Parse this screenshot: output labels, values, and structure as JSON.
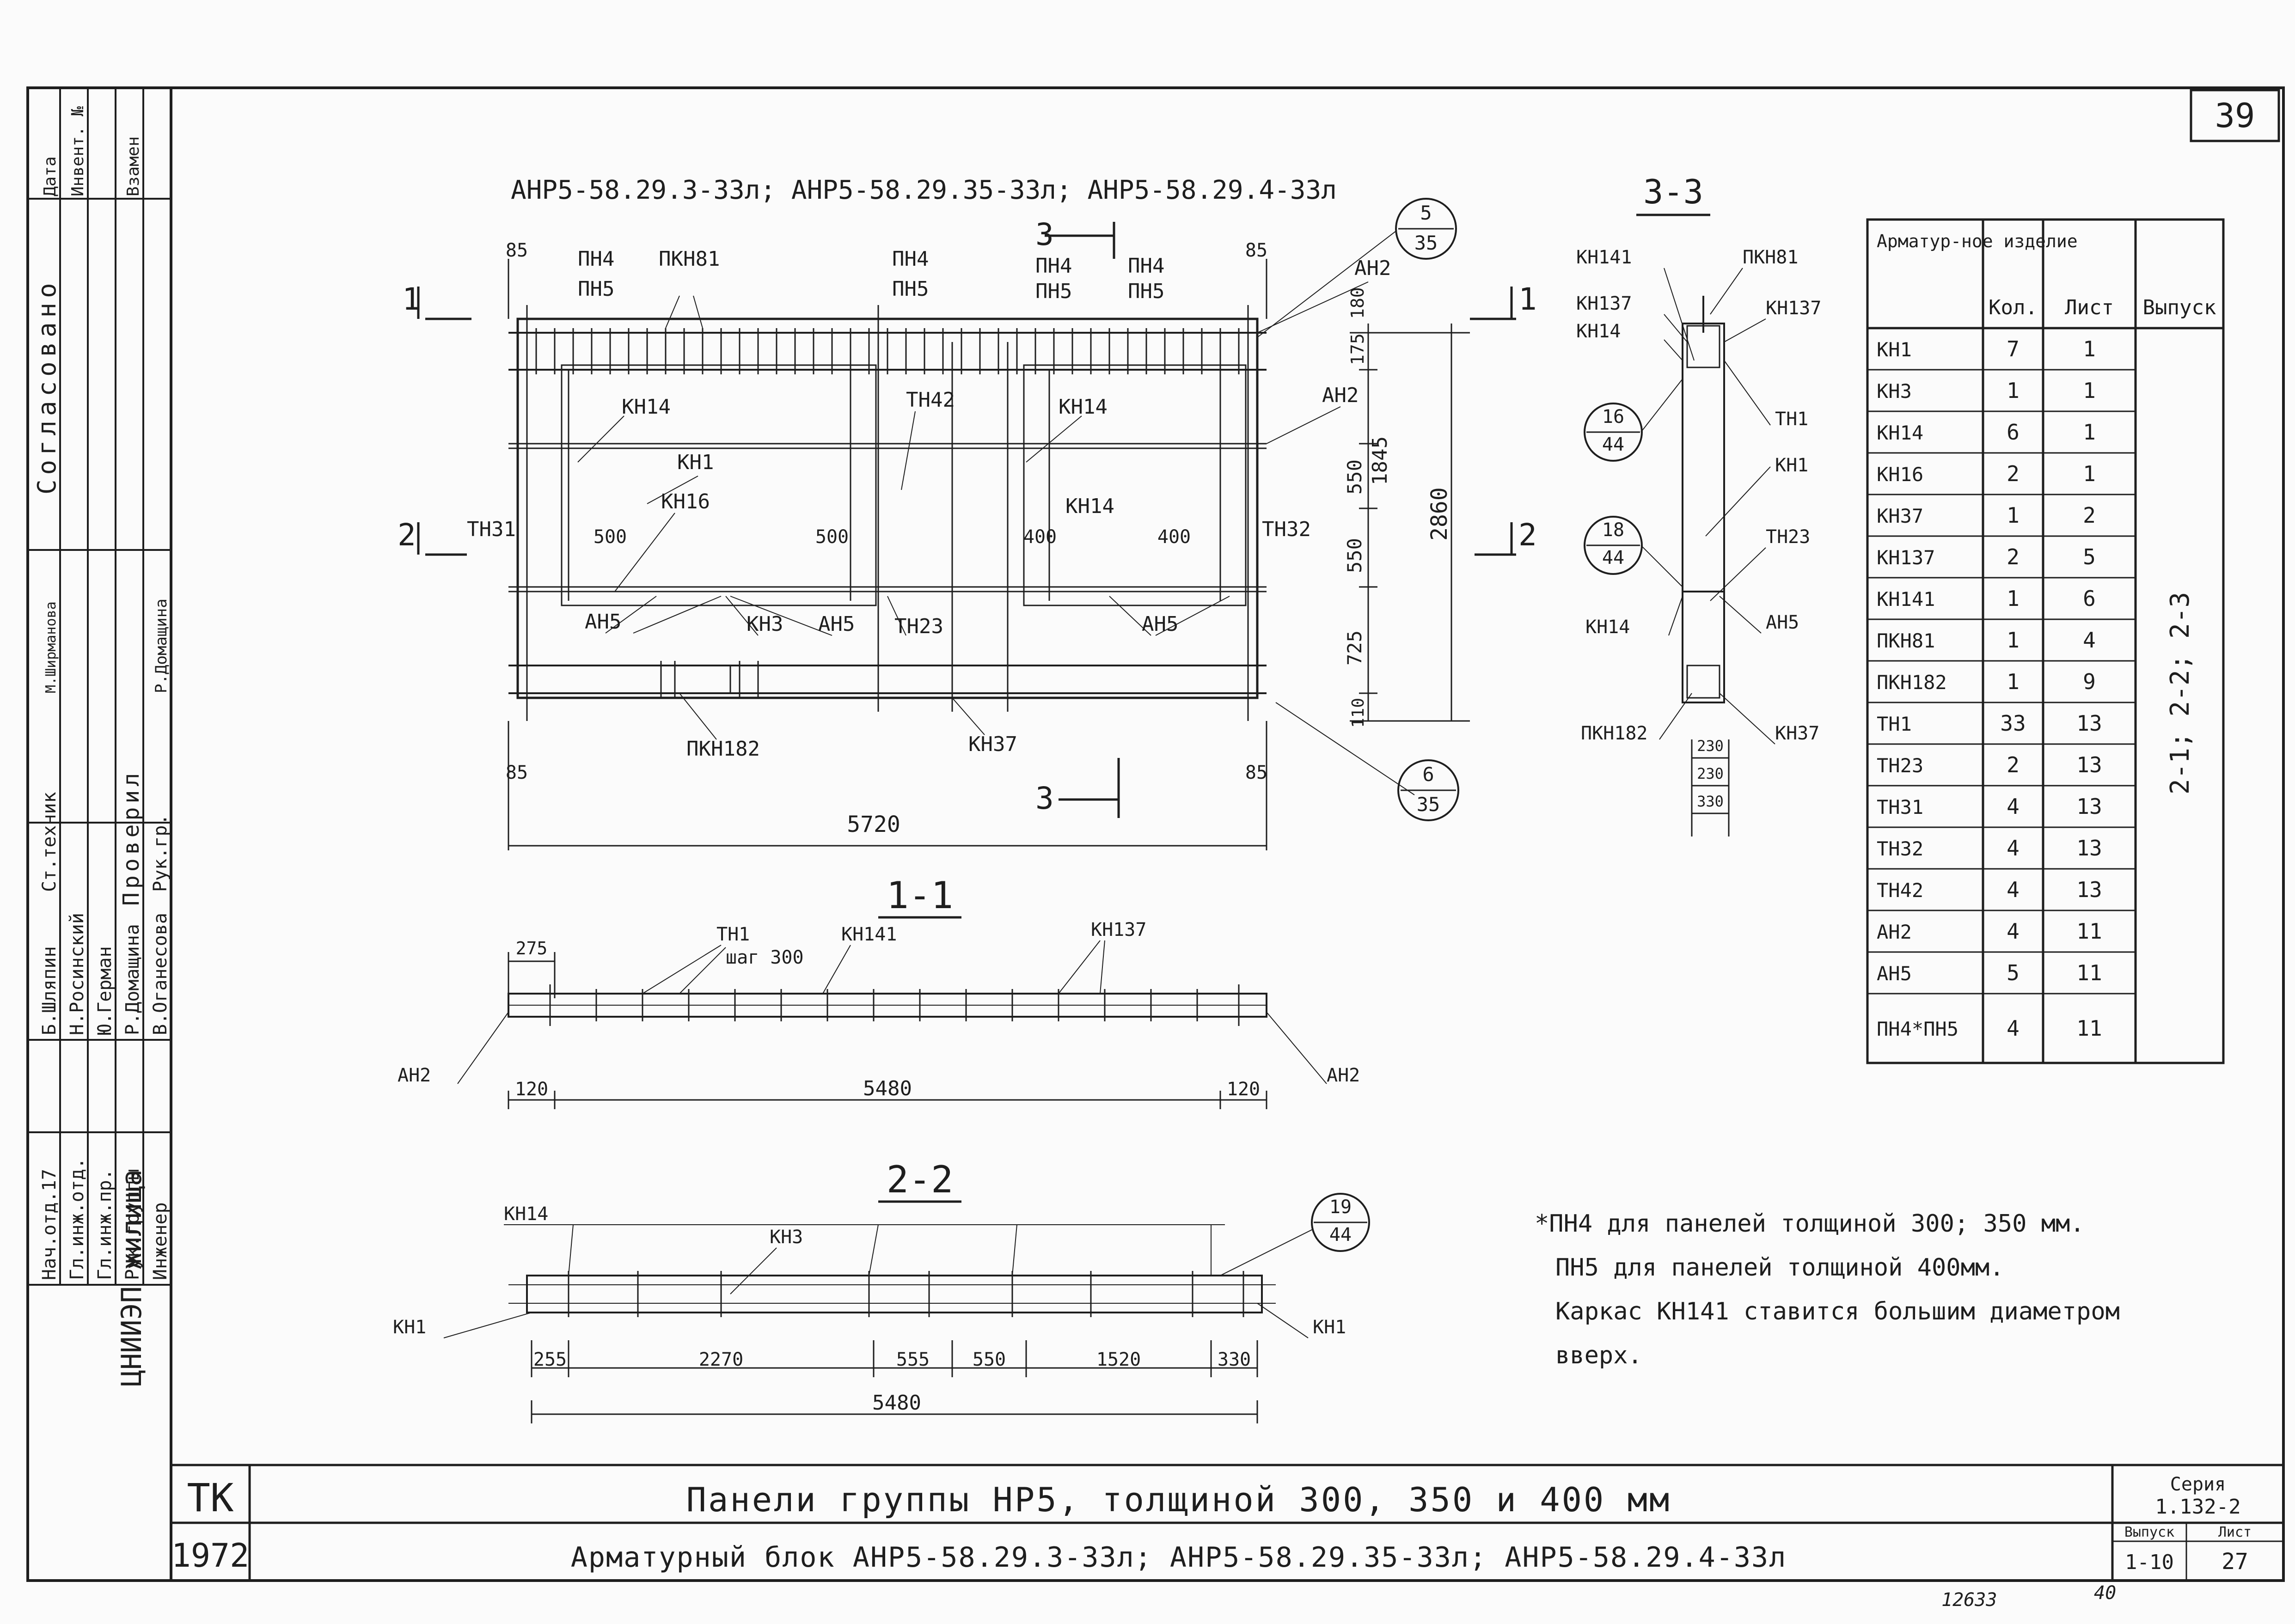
{
  "sheet_number": "39",
  "header_label": "АНР5-58.29.3-33л; АНР5-58.29.35-33л; АНР5-58.29.4-33л",
  "plan": {
    "dims": {
      "overall": "5720",
      "edge_l": "85",
      "edge_r": "85",
      "edge_lb": "85",
      "edge_rb": "85",
      "v180": "180",
      "v175": "175",
      "v550a": "550",
      "v550b": "550",
      "v725": "725",
      "v110": "110",
      "v1845": "1845",
      "v2860": "2860",
      "d500a": "500",
      "d500b": "500",
      "d400a": "400",
      "d400b": "400"
    },
    "labels": [
      "ПН4",
      "ПН5",
      "ПКН81",
      "ПН4",
      "ПН5",
      "ПН4",
      "ПН5",
      "ПН4",
      "ПН5",
      "АН2",
      "АН2",
      "КН14",
      "ТН42",
      "КН14",
      "КН1",
      "КН16",
      "КН14",
      "ТН31",
      "ТН32",
      "АН5",
      "КН3",
      "АН5",
      "ТН23",
      "АН5",
      "ПКН182",
      "КН37"
    ],
    "section_marks": {
      "s1": "1",
      "s2": "2",
      "s3": "3",
      "s1r": "1",
      "s2r": "2",
      "s3b": "3"
    },
    "callouts": [
      {
        "top": "5",
        "bot": "35"
      },
      {
        "top": "6",
        "bot": "35"
      }
    ]
  },
  "section_33": {
    "title": "3-3",
    "labels": [
      "КН141",
      "ПКН81",
      "КН137",
      "КН14",
      "КН137",
      "ТН1",
      "КН1",
      "ТН23",
      "АН5",
      "КН14",
      "ПКН182",
      "КН37"
    ],
    "dims": [
      "230",
      "230",
      "330"
    ],
    "callouts": [
      {
        "top": "16",
        "bot": "44"
      },
      {
        "top": "18",
        "bot": "44"
      }
    ]
  },
  "section_11": {
    "title": "1-1",
    "labels": [
      "ТН1",
      "шаг 300",
      "КН141",
      "КН137",
      "АН2",
      "АН2"
    ],
    "dims": {
      "d275": "275",
      "d120a": "120",
      "d5480": "5480",
      "d120b": "120"
    }
  },
  "section_22": {
    "title": "2-2",
    "labels": [
      "КН14",
      "КН3",
      "КН1",
      "КН1"
    ],
    "dims": {
      "d255": "255",
      "d2270": "2270",
      "d555": "555",
      "d550": "550",
      "d1520": "1520",
      "d330": "330",
      "total": "5480"
    },
    "callout": {
      "top": "19",
      "bot": "44"
    }
  },
  "spec_table": {
    "headers": [
      "Арматур-ное изделие",
      "Кол.",
      "Лист",
      "Выпуск"
    ],
    "rows": [
      [
        "КН1",
        "7",
        "1"
      ],
      [
        "КН3",
        "1",
        "1"
      ],
      [
        "КН14",
        "6",
        "1"
      ],
      [
        "КН16",
        "2",
        "1"
      ],
      [
        "КН37",
        "1",
        "2"
      ],
      [
        "КН137",
        "2",
        "5"
      ],
      [
        "КН141",
        "1",
        "6"
      ],
      [
        "ПКН81",
        "1",
        "4"
      ],
      [
        "ПКН182",
        "1",
        "9"
      ],
      [
        "ТН1",
        "33",
        "13"
      ],
      [
        "ТН23",
        "2",
        "13"
      ],
      [
        "ТН31",
        "4",
        "13"
      ],
      [
        "ТН32",
        "4",
        "13"
      ],
      [
        "ТН42",
        "4",
        "13"
      ],
      [
        "АН2",
        "4",
        "11"
      ],
      [
        "АН5",
        "5",
        "11"
      ],
      [
        "ПН4*ПН5",
        "4",
        "11"
      ]
    ],
    "issue": "2-1; 2-2; 2-3"
  },
  "notes": {
    "line1": "*ПН4 для панелей толщиной 300; 350 мм.",
    "line2": "ПН5 для панелей толщиной 400мм.",
    "line3": "Каркас КН141 ставится большим диаметром",
    "line4": "вверх."
  },
  "title_block": {
    "tk": "ТК",
    "year": "1972",
    "title1": "Панели группы НР5, толщиной 300, 350 и 400 мм",
    "title2": "Арматурный блок АНР5-58.29.3-33л; АНР5-58.29.35-33л; АНР5-58.29.4-33л",
    "seria_label": "Серия",
    "seria": "1.132-2",
    "vypusk_label": "Выпуск",
    "vypusk": "1-10",
    "list_label": "Лист",
    "list": "27"
  },
  "side_stamp": {
    "org": "ЦНИИЭП жилища",
    "roles": [
      "Нач.отд.17",
      "Гл.инж.отд.",
      "Гл.инж.пр.",
      "Рук.группы",
      "Инженер"
    ],
    "names": [
      "Б.Шляпин",
      "Н.Росинский",
      "Ю.Герман",
      "Р.Домащина",
      "В.Оганесова"
    ],
    "sogl": "Согласовано",
    "prov": "Проверил",
    "st_tech": "Ст.техник",
    "ruk_gr": "Рук.гр.",
    "tech_name": "М.Ширманова",
    "ruk_name": "Р.Домащина",
    "cols": [
      "Дата",
      "Инвент. №",
      "Взамен"
    ]
  },
  "footer_marks": {
    "archive": "12633",
    "page": "40"
  }
}
